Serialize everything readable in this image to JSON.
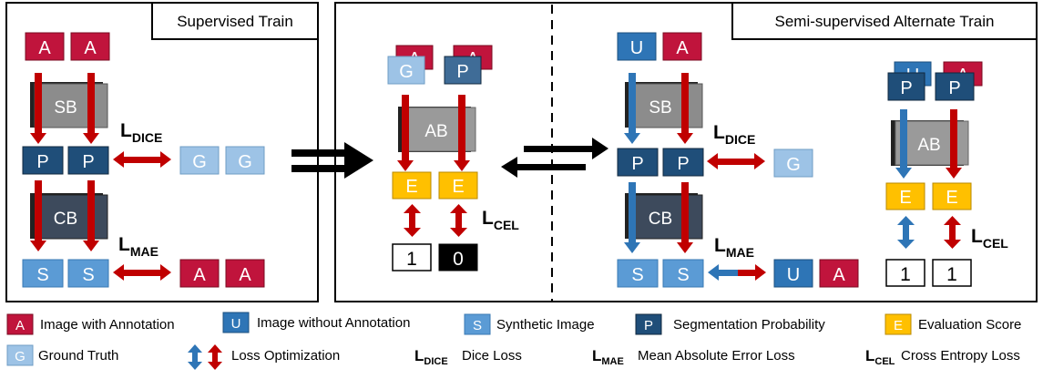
{
  "panels": {
    "supervised": {
      "title": "Supervised Train"
    },
    "semi": {
      "title": "Semi-supervised Alternate Train"
    }
  },
  "colors": {
    "annotation": "#C0143C",
    "unannotated": "#2E75B6",
    "synthetic": "#5B9BD5",
    "probability": "#1F4E79",
    "evaluation": "#FFC000",
    "groundtruth": "#9DC3E6",
    "block": "#8C8C8C",
    "cb_block": "#3D4A5C",
    "arrow_red": "#C00000",
    "arrow_blue": "#2E75B6"
  },
  "tiles": {
    "A": "A",
    "U": "U",
    "S": "S",
    "P": "P",
    "E": "E",
    "G": "G"
  },
  "blocks": {
    "sb": "SB",
    "cb": "CB",
    "ab": "AB"
  },
  "losses": {
    "dice": {
      "main": "L",
      "sub": "DICE"
    },
    "mae": {
      "main": "L",
      "sub": "MAE"
    },
    "cel": {
      "main": "L",
      "sub": "CEL"
    }
  },
  "scores": {
    "one": "1",
    "zero": "0"
  },
  "legend": {
    "annotation": "Image with Annotation",
    "unannotated": "Image without Annotation",
    "synthetic": "Synthetic Image",
    "probability": "Segmentation Probability",
    "evaluation": "Evaluation Score",
    "groundtruth": "Ground Truth",
    "loss_opt": "Loss Optimization",
    "dice": "Dice Loss",
    "mae": "Mean Absolute Error Loss",
    "cel": "Cross Entropy Loss"
  }
}
